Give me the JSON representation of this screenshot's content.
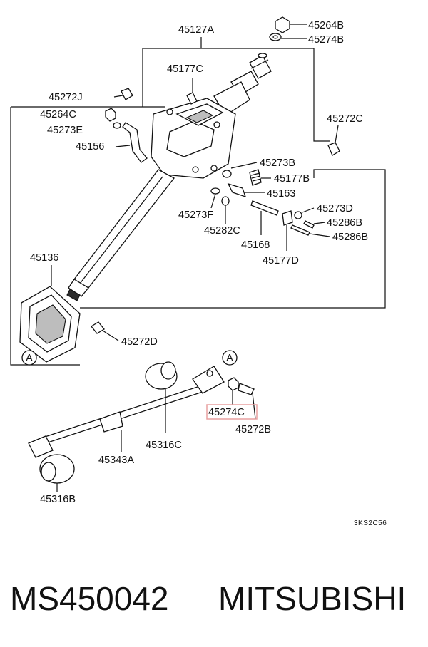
{
  "diagram": {
    "code": "3KS2C56",
    "highlight_color": "#e8a0a0",
    "labels": {
      "p45127A": "45127A",
      "p45264B": "45264B",
      "p45274B": "45274B",
      "p45177C": "45177C",
      "p45272J": "45272J",
      "p45264C": "45264C",
      "p45273E": "45273E",
      "p45156": "45156",
      "p45272C": "45272C",
      "p45273B": "45273B",
      "p45177B": "45177B",
      "p45163": "45163",
      "p45273D": "45273D",
      "p45273F": "45273F",
      "p45286B_1": "45286B",
      "p45286B_2": "45286B",
      "p45282C": "45282C",
      "p45168": "45168",
      "p45177D": "45177D",
      "p45136": "45136",
      "p45272D": "45272D",
      "p45274C": "45274C",
      "p45272B": "45272B",
      "p45316C": "45316C",
      "p45343A": "45343A",
      "p45316B": "45316B",
      "ref_a1": "A",
      "ref_a2": "A"
    }
  },
  "footer": {
    "part_number": "MS450042",
    "brand": "MITSUBISHI"
  }
}
